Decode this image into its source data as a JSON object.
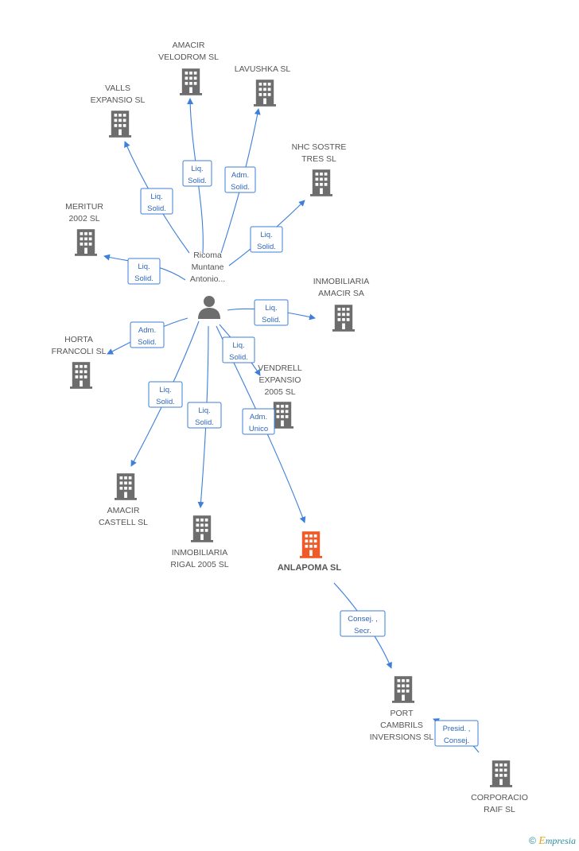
{
  "colors": {
    "edge": "#3d7fd9",
    "building": "#6d6d6d",
    "building_focus": "#f05a28",
    "person": "#6d6d6d",
    "label": "#555555"
  },
  "center": {
    "name_lines": [
      "Ricoma",
      "Muntane",
      "Antonio..."
    ]
  },
  "companies": [
    {
      "id": "amacir-velodrom",
      "lines": [
        "AMACIR",
        "VELODROM SL"
      ],
      "focus": false
    },
    {
      "id": "lavushka",
      "lines": [
        "LAVUSHKA SL"
      ],
      "focus": false
    },
    {
      "id": "valls-expansio",
      "lines": [
        "VALLS",
        "EXPANSIO SL"
      ],
      "focus": false
    },
    {
      "id": "nhc-sostre",
      "lines": [
        "NHC SOSTRE",
        "TRES SL"
      ],
      "focus": false
    },
    {
      "id": "meritur",
      "lines": [
        "MERITUR",
        "2002 SL"
      ],
      "focus": false
    },
    {
      "id": "inmobiliaria-amacir",
      "lines": [
        "INMOBILIARIA",
        "AMACIR SA"
      ],
      "focus": false
    },
    {
      "id": "horta-francoli",
      "lines": [
        "HORTA",
        "FRANCOLI SL"
      ],
      "focus": false
    },
    {
      "id": "vendrell-expansio",
      "lines": [
        "VENDRELL",
        "EXPANSIO",
        "2005 SL"
      ],
      "focus": false
    },
    {
      "id": "amacir-castell",
      "lines": [
        "AMACIR",
        "CASTELL SL"
      ],
      "focus": false
    },
    {
      "id": "inmobiliaria-rigal",
      "lines": [
        "INMOBILIARIA",
        "RIGAL 2005 SL"
      ],
      "focus": false
    },
    {
      "id": "anlapoma",
      "lines": [
        "ANLAPOMA SL"
      ],
      "focus": true
    },
    {
      "id": "port-cambrils",
      "lines": [
        "PORT",
        "CAMBRILS",
        "INVERSIONS SL"
      ],
      "focus": false
    },
    {
      "id": "corporacio-raif",
      "lines": [
        "CORPORACIO",
        "RAIF SL"
      ],
      "focus": false
    }
  ],
  "relations": [
    {
      "id": "rel-amacir-velodrom",
      "lines": [
        "Liq.",
        "Solid."
      ]
    },
    {
      "id": "rel-lavushka",
      "lines": [
        "Adm.",
        "Solid."
      ]
    },
    {
      "id": "rel-valls",
      "lines": [
        "Liq.",
        "Solid."
      ]
    },
    {
      "id": "rel-nhc",
      "lines": [
        "Liq.",
        "Solid."
      ]
    },
    {
      "id": "rel-meritur",
      "lines": [
        "Liq.",
        "Solid."
      ]
    },
    {
      "id": "rel-inmob-amacir",
      "lines": [
        "Liq.",
        "Solid."
      ]
    },
    {
      "id": "rel-horta",
      "lines": [
        "Adm.",
        "Solid."
      ]
    },
    {
      "id": "rel-vendrell",
      "lines": [
        "Liq.",
        "Solid."
      ]
    },
    {
      "id": "rel-anlapoma",
      "lines": [
        "Adm.",
        "Unico"
      ]
    },
    {
      "id": "rel-amacir-castell",
      "lines": [
        "Liq.",
        "Solid."
      ]
    },
    {
      "id": "rel-rigal",
      "lines": [
        "Liq.",
        "Solid."
      ]
    },
    {
      "id": "rel-port-cambrils",
      "lines": [
        "Consej. ,",
        "Secr."
      ]
    },
    {
      "id": "rel-corporacio",
      "lines": [
        "Presid. ,",
        "Consej."
      ]
    }
  ],
  "watermark": {
    "copyright": "©",
    "brand_first": "E",
    "brand_rest": "mpresia"
  }
}
